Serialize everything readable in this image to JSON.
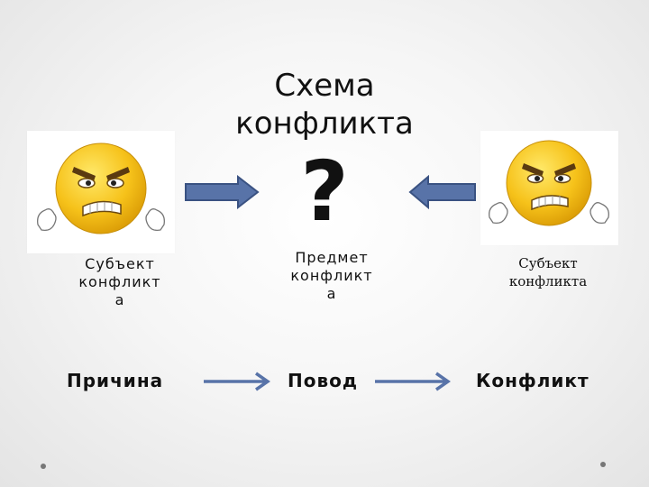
{
  "title": {
    "line1": "Схема",
    "line2": "конфликта"
  },
  "center_symbol": "?",
  "labels": {
    "left": {
      "line1": "Субъект",
      "line2": "конфликт",
      "line3": "а"
    },
    "middle": {
      "line1": "Предмет",
      "line2": "конфликт",
      "line3": "а"
    },
    "right": {
      "line1": "Субъект",
      "line2": "конфликта"
    }
  },
  "chain": {
    "cause": "Причина",
    "pretext": "Повод",
    "conflict": "Конфликт"
  },
  "icons": {
    "left_face": "angry-face-icon",
    "right_face": "angry-face-icon",
    "arrows": "block-arrow-icon"
  },
  "colors": {
    "arrow_fill": "#5873a8",
    "arrow_stroke": "#3a5282",
    "face": "#f6c21a",
    "dot": "#777777"
  }
}
